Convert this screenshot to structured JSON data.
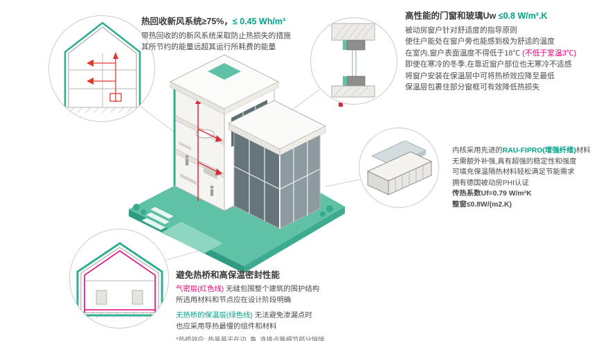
{
  "colors": {
    "accent_green": "#00a287",
    "accent_magenta": "#e6007e",
    "ground_teal": "#5fc2a7",
    "duct_red": "#d62b3a"
  },
  "hrv": {
    "title_dark": "热回收新风系统≥75%，",
    "title_green": "≤ 0.45 Wh/m³",
    "line1": "带热回收的的新风系统采取防止热损失的措施",
    "line2": "其所节约的能量远超其运行所耗费的能量"
  },
  "windows": {
    "title_dark": "高性能的门窗和玻璃Uw ",
    "title_green": "≤0.8 W/m².K",
    "line1": "被动房窗户针对舒适度的指导原则",
    "line2": "使住户能处在窗户旁也能感到极为舒适的温度",
    "line3_pre": "在室内,窗户表面温度不得低于18℃ ",
    "line3_red": "(不低于室温3℃)",
    "line4": "即使在寒冷的冬季,在靠近窗户部位也无寒冷不适感",
    "line5": "将窗户安装在保温层中可将热桥效应降至最低",
    "line6": "保温层包裹住部分窗框可有效降低热损失"
  },
  "profile": {
    "line1_pre": "内核采用先进的",
    "line1_green": "RAU-FIPRO(增强纤维)",
    "line1_post": "材料",
    "line2": "无需额外补强,具有超强的稳定性和强度",
    "line3": "可填充保温隔热材料轻松满足节能需求",
    "line4": "拥有德国被动房PHI认证",
    "line5": "传热系数Uf=0.79 W/m²K",
    "line6": "整窗≤0.8W/(m2.K)"
  },
  "thermal": {
    "title": "避免热桥和高保温密封性能",
    "line1_red": "气密层(红色线)",
    "line1_rest": " 无缝包围整个建筑的围护结构",
    "line2": "所选用材料和节点应在设计阶段明确",
    "line3_green": "无热桥的保温层(绿色线)",
    "line3_rest": " 无法避免渗漏点时",
    "line4": "也应采用导热最慢的组件和材料",
    "note": "*热桥效应: 热量易于在边, 角, 连接点等细节部分悄悄"
  }
}
